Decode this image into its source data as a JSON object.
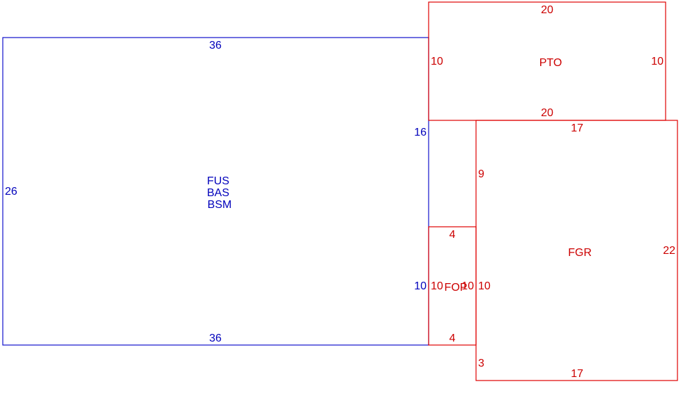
{
  "colors": {
    "main_structure": "#1010cc",
    "additions": "#e00000"
  },
  "main_area": {
    "labels": [
      "FUS",
      "BAS",
      "BSM"
    ],
    "dims": {
      "top": "36",
      "bottom": "36",
      "left": "26",
      "right_upper": "16",
      "right_lower": "10"
    }
  },
  "pto": {
    "label": "PTO",
    "dims": {
      "top": "20",
      "bottom": "20",
      "left": "10",
      "right": "10"
    }
  },
  "fop": {
    "label": "FOP",
    "dims": {
      "top": "4",
      "bottom": "4",
      "left": "10",
      "right": "10"
    }
  },
  "fgr": {
    "label": "FGR",
    "dims": {
      "top": "17",
      "bottom": "17",
      "left_upper": "9",
      "left_mid": "10",
      "left_lower": "3",
      "right": "22"
    }
  }
}
